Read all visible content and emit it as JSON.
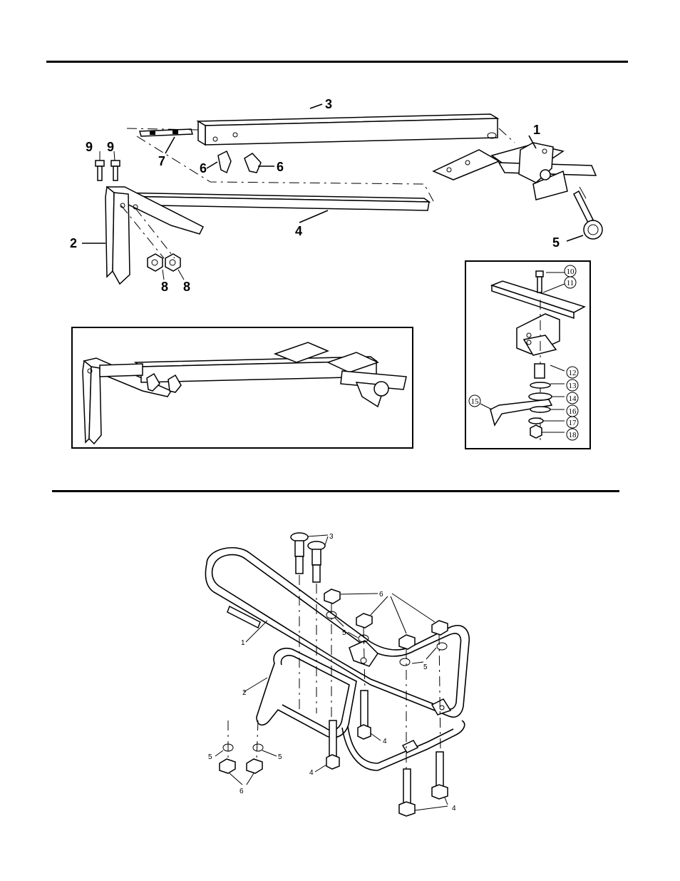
{
  "top_callouts": {
    "c1": "1",
    "c2": "2",
    "c3": "3",
    "c4": "4",
    "c5": "5",
    "c6a": "6",
    "c6b": "6",
    "c7": "7",
    "c8a": "8",
    "c8b": "8",
    "c9a": "9",
    "c9b": "9"
  },
  "inset_callouts": {
    "c10": "10",
    "c11": "11",
    "c12": "12",
    "c13": "13",
    "c14": "14",
    "c15": "15",
    "c16": "16",
    "c17": "17",
    "c18": "18"
  },
  "bottom_callouts": {
    "c1": "1",
    "c2": "2",
    "c3": "3",
    "c4a": "4",
    "c4b": "4",
    "c4c": "4",
    "c5a": "5",
    "c5b": "5",
    "c5c": "5",
    "c5d": "5",
    "c6a": "6",
    "c6b": "6"
  }
}
